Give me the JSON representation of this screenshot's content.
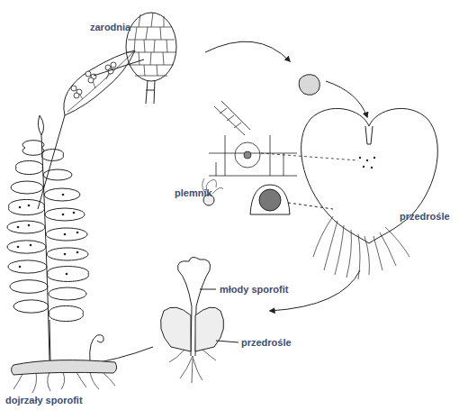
{
  "diagram": {
    "labels": [
      "zarodnia",
      "plemnik",
      "przedrośle",
      "młody sporofit",
      "przedrośle",
      "dojrzały sporofit"
    ]
  }
}
